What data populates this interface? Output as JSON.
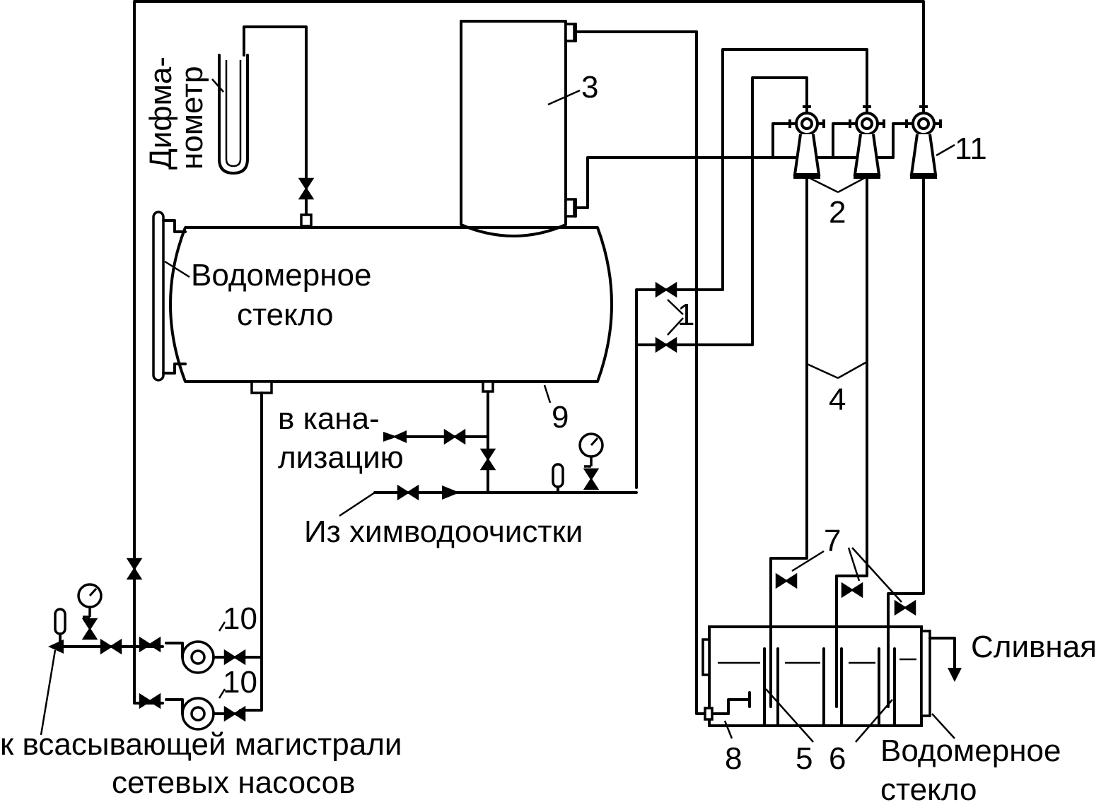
{
  "labels": {
    "difmanometer_line1": "Дифма-",
    "difmanometer_line2": "нометр",
    "gauge_glass_tank_line1": "Водомерное",
    "gauge_glass_tank_line2": "стекло",
    "to_sewer_line1": "в кана-",
    "to_sewer_line2": "лизацию",
    "from_water_treatment": "Из химводоочистки",
    "to_suction_line1": "к всасывающей магистрали",
    "to_suction_line2": "сетевых насосов",
    "drain": "Сливная",
    "gauge_glass_drain_line1": "Водомерное",
    "gauge_glass_drain_line2": "стекло"
  },
  "numbers": {
    "n1": "1",
    "n2": "2",
    "n3": "3",
    "n4": "4",
    "n5": "5",
    "n6": "6",
    "n7": "7",
    "n8": "8",
    "n9": "9",
    "n10a": "10",
    "n10b": "10",
    "n11": "11"
  }
}
